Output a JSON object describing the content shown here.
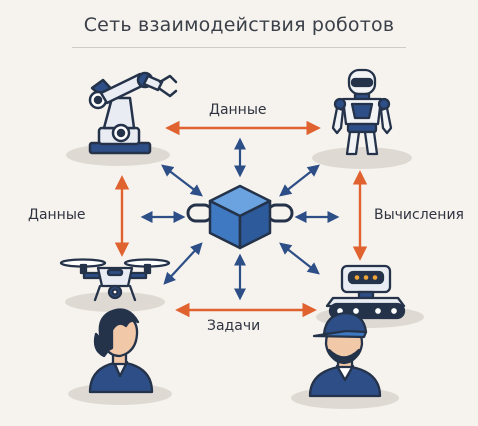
{
  "title": "Сеть взаимодействия роботов",
  "labels": {
    "top": "Данные",
    "left": "Данные",
    "right": "Вычисления",
    "bottom": "Задачи"
  },
  "colors": {
    "orange": "#e0622f",
    "navy": "#2d4e86",
    "dark": "#24324a",
    "hub_blue": "#3f79c2",
    "platform": "#dedad3"
  },
  "nodes": [
    {
      "id": "robot-arm",
      "icon": "robot-arm-icon"
    },
    {
      "id": "humanoid",
      "icon": "humanoid-robot-icon"
    },
    {
      "id": "drone",
      "icon": "drone-icon"
    },
    {
      "id": "rover",
      "icon": "rover-robot-icon"
    },
    {
      "id": "woman",
      "icon": "woman-operator-icon"
    },
    {
      "id": "worker",
      "icon": "worker-operator-icon"
    },
    {
      "id": "hub",
      "icon": "blockchain-hub-icon"
    }
  ]
}
